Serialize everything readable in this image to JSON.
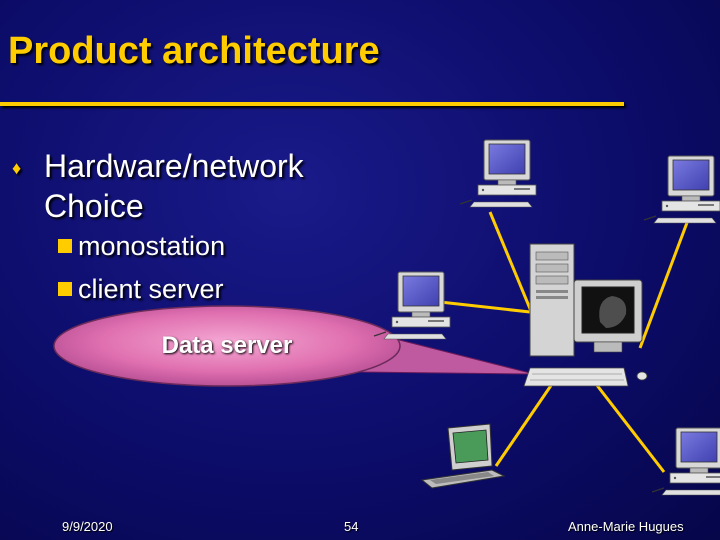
{
  "slide": {
    "title": "Product architecture",
    "bullet": {
      "text": "Hardware/network Choice",
      "sub_items": [
        "monostation",
        "client server"
      ]
    },
    "server_label": "Data server",
    "footer": {
      "date": "9/9/2020",
      "page": "54",
      "author": "Anne-Marie Hugues"
    }
  },
  "colors": {
    "background": "#0c0c6a",
    "title": "#ffcc00",
    "rule": "#ffcc00",
    "text": "#ffffff",
    "connector": "#ffcc00",
    "ellipse": "#e070b0"
  },
  "icons": [
    "desktop-computer-icon",
    "tower-server-icon",
    "laptop-icon",
    "keyboard-icon",
    "mouse-icon"
  ]
}
